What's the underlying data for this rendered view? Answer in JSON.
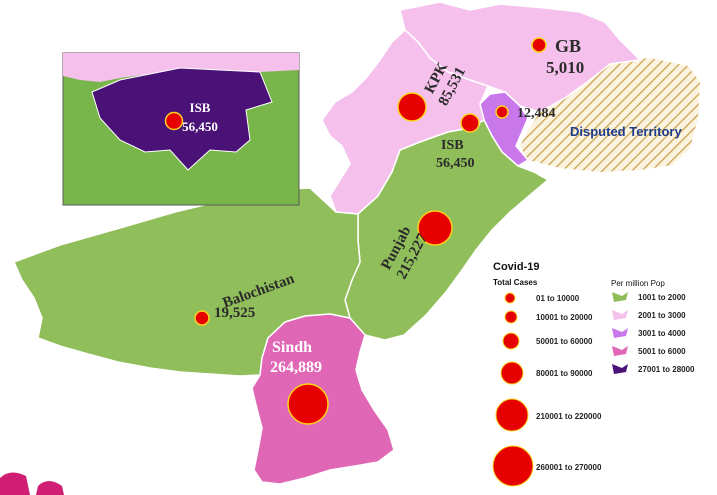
{
  "colors": {
    "green": "#8fbe5a",
    "light_pink": "#f5c1ec",
    "violet": "#c978ec",
    "dark_pink": "#e067b6",
    "indigo": "#4a1277",
    "bubble": "#e60000",
    "bubble_stroke": "#ffd21f",
    "disputed_text": "#1f3c88",
    "disputed_hatch": "#c9a24a",
    "inset_bg": "#78b54a",
    "label_dark": "#2b2b2b"
  },
  "regions": [
    {
      "id": "gb",
      "name": "GB",
      "cases_label": "5,010",
      "cases": 5010
    },
    {
      "id": "kpk",
      "name": "KPK",
      "cases_label": "85,531",
      "cases": 85531
    },
    {
      "id": "isb",
      "name": "ISB",
      "cases_label": "56,450",
      "cases": 56450
    },
    {
      "id": "ajk",
      "name": "",
      "cases_label": "12,484",
      "cases": 12484
    },
    {
      "id": "punjab",
      "name": "Punjab",
      "cases_label": "215,227",
      "cases": 215227
    },
    {
      "id": "balochistan",
      "name": "Balochistan",
      "cases_label": "19,525",
      "cases": 19525
    },
    {
      "id": "sindh",
      "name": "Sindh",
      "cases_label": "264,889",
      "cases": 264889
    }
  ],
  "disputed_label": "Disputed Territory",
  "inset": {
    "name": "ISB",
    "cases_label": "56,450"
  },
  "legend": {
    "title": "Covid-19",
    "cases_heading": "Total Cases",
    "cases_items": [
      "01 to 10000",
      "10001 to 20000",
      "50001 to 60000",
      "80001 to 90000",
      "210001 to 220000",
      "260001 to 270000"
    ],
    "pop_heading": "Per million Pop",
    "pop_items": [
      {
        "label": "1001 to 2000",
        "color": "#8fbe5a"
      },
      {
        "label": "2001 to 3000",
        "color": "#f5c1ec"
      },
      {
        "label": "3001 to 4000",
        "color": "#c978ec"
      },
      {
        "label": "5001 to 6000",
        "color": "#e067b6"
      },
      {
        "label": "27001 to 28000",
        "color": "#4a1277"
      }
    ]
  }
}
